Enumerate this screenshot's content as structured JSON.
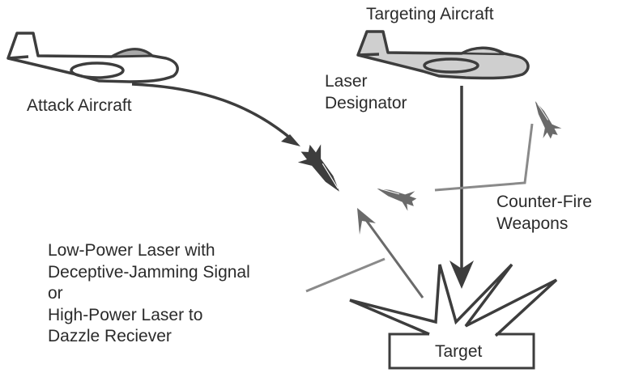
{
  "labels": {
    "attack_aircraft": "Attack Aircraft",
    "targeting_aircraft": "Targeting Aircraft",
    "laser_designator_line1": "Laser",
    "laser_designator_line2": "Designator",
    "counter_fire_line1": "Counter-Fire",
    "counter_fire_line2": "Weapons",
    "target": "Target",
    "countermeasure_lines": [
      "Low-Power Laser with",
      "Deceptive-Jamming Signal",
      "or",
      "High-Power Laser to",
      "Dazzle Reciever"
    ]
  },
  "colors": {
    "dark": "#3d3d3d",
    "medium": "#6a6a6a",
    "light_line": "#8a8a8a",
    "fill_gray": "#cfcfcf",
    "canopy_gray": "#a9a9a9"
  }
}
